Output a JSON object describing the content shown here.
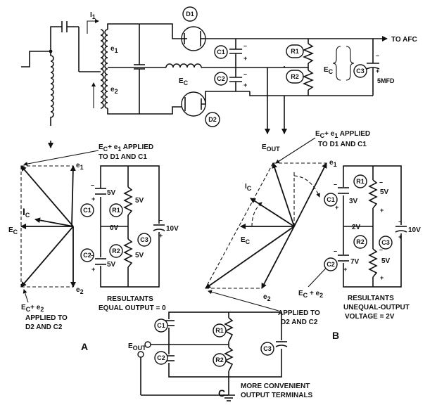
{
  "top_circuit": {
    "d1": "D1",
    "d2": "D2",
    "i1": "I",
    "i1_sub": "1",
    "e1": "e",
    "e1_sub": "1",
    "e2": "e",
    "e2_sub": "2",
    "ec": "E",
    "ec_sub": "C",
    "c1": "C1",
    "c2": "C2",
    "r1": "R1",
    "r2": "R2",
    "c3": "C3",
    "to_afc": "TO AFC",
    "ec_right": "E",
    "ec_right_sub": "C",
    "cap_value": "5MFD",
    "eout": "E",
    "eout_sub": "OUT",
    "plus": "+",
    "minus": "–"
  },
  "panel_a": {
    "letter": "A",
    "top_note_l1a": "E",
    "top_note_l1sub": "C",
    "top_note_l1b": "+ e",
    "top_note_l1sub2": "1",
    "top_note_l1c": " APPLIED",
    "top_note_l2": "TO D1 AND C1",
    "e1": "e",
    "e1_sub": "1",
    "e2": "e",
    "e2_sub": "2",
    "ic": "I",
    "ic_sub": "C",
    "ec": "E",
    "ec_sub": "C",
    "bottom_note_l1a": "E",
    "bottom_note_l1sub": "C",
    "bottom_note_l1b": "+ e",
    "bottom_note_l1sub2": "2",
    "bottom_note_l2": "APPLIED TO",
    "bottom_note_l3": "D2 AND C2",
    "c1": "C1",
    "r1": "R1",
    "c2": "C2",
    "r2": "R2",
    "c3": "C3",
    "v_c1": "5V",
    "v_r1": "5V",
    "v_mid": "0V",
    "v_c2": "5V",
    "v_r2": "5V",
    "v_c3": "10V",
    "result_l1": "RESULTANTS",
    "result_l2": "EQUAL OUTPUT = 0"
  },
  "panel_b": {
    "letter": "B",
    "top_note_l1a": "E",
    "top_note_l1sub": "C",
    "top_note_l1b": "+ e",
    "top_note_l1sub2": "1",
    "top_note_l1c": "  APPLIED",
    "top_note_l2": "TO D1 AND C1",
    "e1": "e",
    "e1_sub": "1",
    "e2": "e",
    "e2_sub": "2",
    "ic": "I",
    "ic_sub": "C",
    "ec": "E",
    "ec_sub": "C",
    "bottom_note_l1a": "E",
    "bottom_note_l1sub": "C",
    "bottom_note_l1b": " + e",
    "bottom_note_l1sub2": "2",
    "bottom_note_l2": "APPLIED TO",
    "bottom_note_l3": "D2 AND C2",
    "c1": "C1",
    "r1": "R1",
    "c2": "C2",
    "r2": "R2",
    "c3": "C3",
    "v_c1": "3V",
    "v_r1": "5V",
    "v_mid": "2V",
    "v_c2": "7V",
    "v_r2": "5V",
    "v_c3": "10V",
    "result_l1": "RESULTANTS",
    "result_l2": "UNEQUAL-OUTPUT",
    "result_l3": "VOLTAGE = 2V"
  },
  "panel_c": {
    "letter": "C",
    "c1": "C1",
    "c2": "C2",
    "r1": "R1",
    "r2": "R2",
    "c3": "C3",
    "eout": "E",
    "eout_sub": "OUT",
    "note_l1": "MORE CONVENIENT",
    "note_l2": "OUTPUT TERMINALS"
  }
}
